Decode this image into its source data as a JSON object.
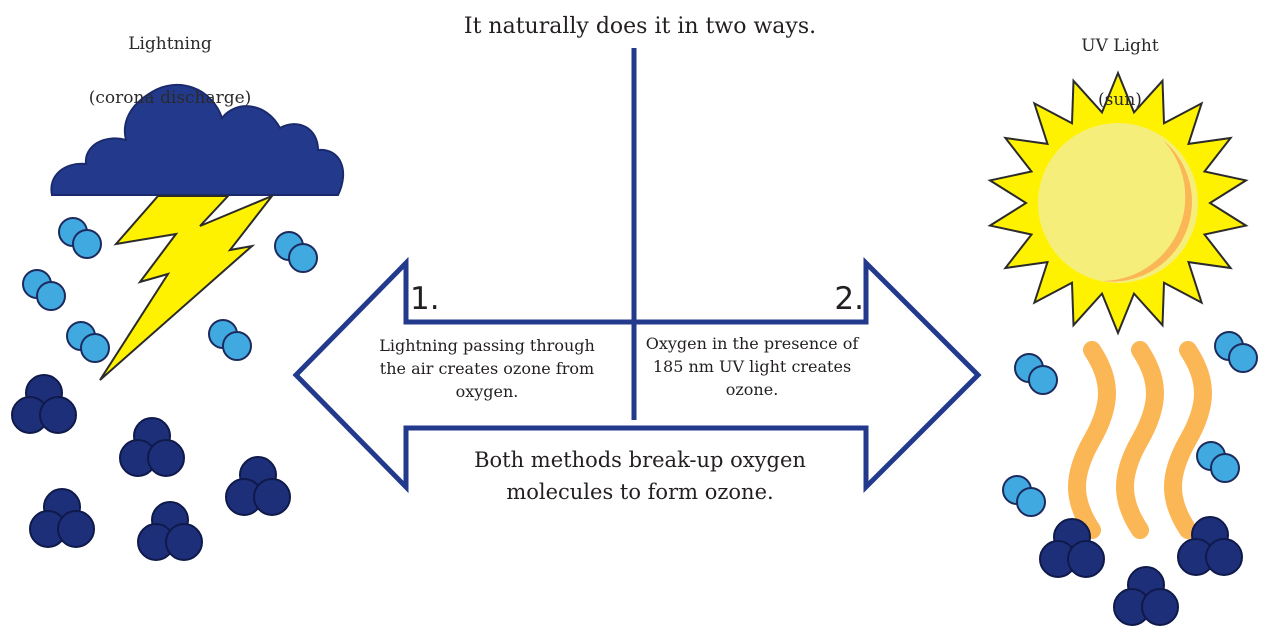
{
  "lightning_caption": {
    "title": "Lightning",
    "subtitle": "(corona discharge)"
  },
  "uv_caption": {
    "title": "UV Light",
    "subtitle": "(sun)"
  },
  "top_text": "It naturally does it in two ways.",
  "method1": {
    "number": "1.",
    "text": "Lightning passing through\nthe air creates ozone from\noxygen."
  },
  "method2": {
    "number": "2.",
    "text": "Oxygen in the presence of\n185 nm UV light creates\nozone."
  },
  "bottom_text": "Both methods break-up oxygen\nmolecules to form ozone.",
  "colors": {
    "navy": "#233a8c",
    "light_blue": "#3fa9e0",
    "dark_blue": "#1e2f7a",
    "yellow": "#fff200",
    "sun_core": "#f6ee7a",
    "orange": "#fbb656"
  }
}
